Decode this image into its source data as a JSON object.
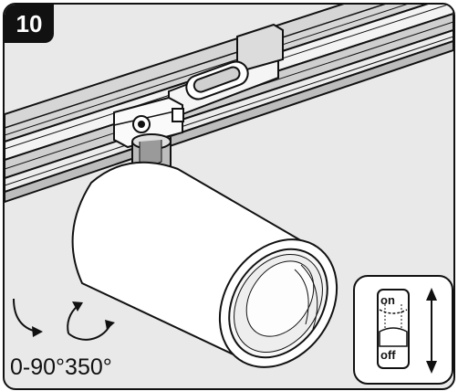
{
  "step": {
    "number": "10"
  },
  "rotation": {
    "label": "0-90°350°"
  },
  "power_switch": {
    "on_label": "on",
    "off_label": "off"
  },
  "icons": [
    "rotate-down-arrow-icon",
    "rotate-circular-arrow-icon",
    "switch-toggle-icon",
    "double-arrow-icon"
  ],
  "colors": {
    "background": "#e9e9e9",
    "line": "#111111",
    "badge": "#111111"
  }
}
